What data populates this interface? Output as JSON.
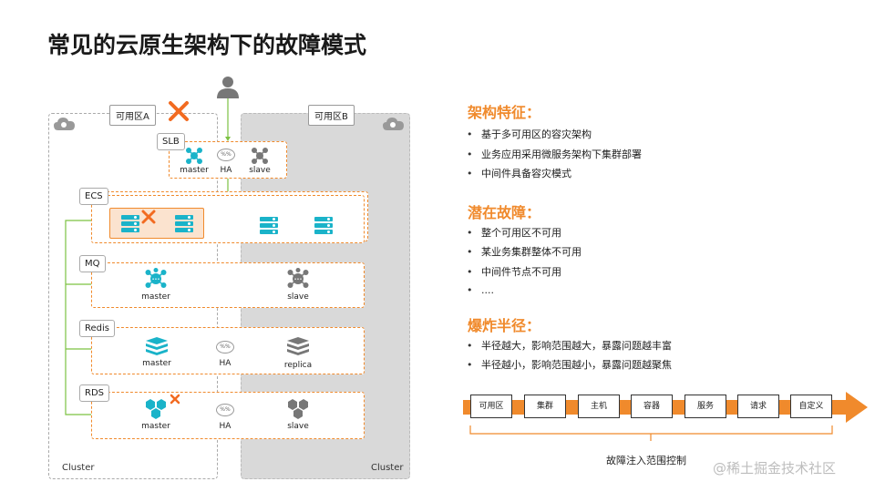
{
  "title": "常见的云原生架构下的故障模式",
  "diagram": {
    "zone_a_label": "可用区A",
    "zone_b_label": "可用区B",
    "cluster_label_left": "Cluster",
    "cluster_label_right": "Cluster",
    "layers": {
      "slb": {
        "tag": "SLB",
        "master": "master",
        "ha": "HA",
        "slave": "slave"
      },
      "ecs": {
        "tag": "ECS"
      },
      "mq": {
        "tag": "MQ",
        "master": "master",
        "slave": "slave"
      },
      "redis": {
        "tag": "Redis",
        "master": "master",
        "ha": "HA",
        "replica": "replica"
      },
      "rds": {
        "tag": "RDS",
        "master": "master",
        "ha": "HA",
        "slave": "slave"
      }
    },
    "ha_circle_text": "%%",
    "colors": {
      "accent": "#f08a2c",
      "teal": "#1ab3c9",
      "green": "#7cc242",
      "failure": "#f26b21",
      "grey_node": "#777777"
    }
  },
  "sections": [
    {
      "title": "架构特征：",
      "items": [
        "基于多可用区的容灾架构",
        "业务应用采用微服务架构下集群部署",
        "中间件具备容灾模式"
      ]
    },
    {
      "title": "潜在故障：",
      "items": [
        "整个可用区不可用",
        "某业务集群整体不可用",
        "中间件节点不可用",
        "...."
      ]
    },
    {
      "title": "爆炸半径：",
      "items": [
        "半径越大，影响范围越大，暴露问题越丰富",
        "半径越小，影响范围越小，暴露问题越聚焦"
      ]
    }
  ],
  "scope": {
    "boxes": [
      "可用区",
      "集群",
      "主机",
      "容器",
      "服务",
      "请求",
      "自定义"
    ],
    "caption": "故障注入范围控制"
  },
  "watermark": "@稀土掘金技术社区"
}
